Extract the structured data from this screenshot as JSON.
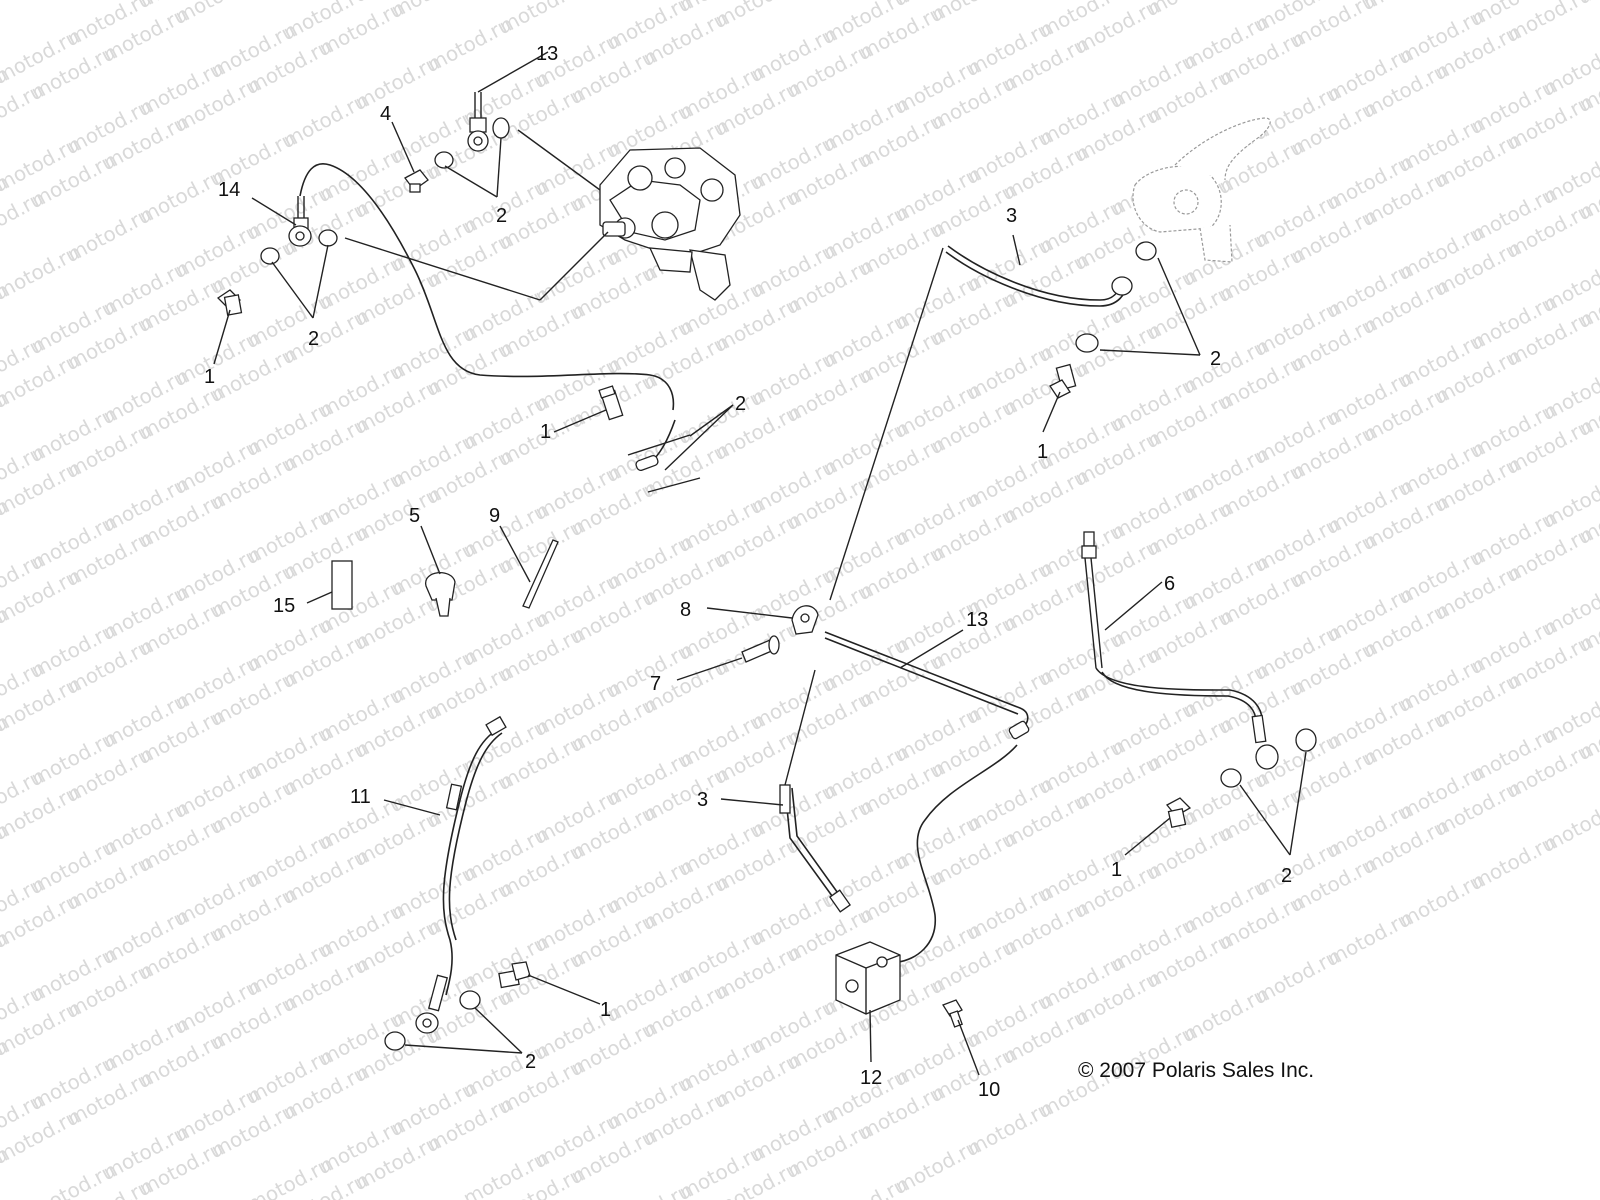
{
  "watermark": {
    "text": "motod.ru"
  },
  "callouts": {
    "c13_top": "13",
    "c4": "4",
    "c14": "14",
    "c2_caliper": "2",
    "c2_left": "2",
    "c1_left": "1",
    "c2_mid": "2",
    "c1_mid": "1",
    "c3_top": "3",
    "c2_right": "2",
    "c1_right": "1",
    "c5": "5",
    "c9": "9",
    "c15": "15",
    "c8": "8",
    "c13_mid": "13",
    "c7": "7",
    "c6": "6",
    "c11": "11",
    "c3_bottom": "3",
    "c1_rightlow": "1",
    "c2_rightlow": "2",
    "c1_bottom": "1",
    "c2_bottom": "2",
    "c12": "12",
    "c10": "10"
  },
  "copyright": "© 2007 Polaris Sales Inc."
}
